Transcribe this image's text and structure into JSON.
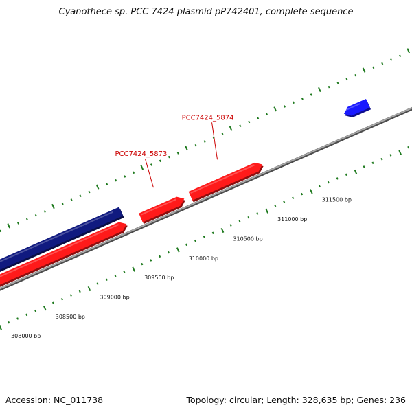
{
  "title": "Cyanothece sp. PCC 7424 plasmid pP742401, complete sequence",
  "footer": {
    "accession": "Accession: NC_011738",
    "summary": "Topology: circular; Length: 328,635 bp; Genes: 236"
  },
  "colors": {
    "backbone": "#8a8a8a",
    "tick": "#1f7a1f",
    "gene_forward": "#ff1a1a",
    "gene_forward_dark": "#b00000",
    "gene_reverse_navy": "#101a80",
    "gene_reverse_blue": "#1a1aff",
    "label": "#cc0000",
    "leader": "#cc0000"
  },
  "ruler": {
    "unit": "bp",
    "labels": [
      {
        "position": 308000,
        "text": "308000 bp"
      },
      {
        "position": 308500,
        "text": "308500 bp"
      },
      {
        "position": 309000,
        "text": "309000 bp"
      },
      {
        "position": 309500,
        "text": "309500 bp"
      },
      {
        "position": 310000,
        "text": "310000 bp"
      },
      {
        "position": 310500,
        "text": "310500 bp"
      },
      {
        "position": 311000,
        "text": "311000 bp"
      },
      {
        "position": 311500,
        "text": "311500 bp"
      }
    ]
  },
  "genes": [
    {
      "id": "gene-navy-outer",
      "strand": "reverse",
      "track": "outer",
      "color": "gene_reverse_navy",
      "start": 307650,
      "end": 309620,
      "label": ""
    },
    {
      "id": "gene-red-inner",
      "strand": "forward",
      "track": "inner",
      "color": "gene_forward",
      "start": 307650,
      "end": 309620,
      "label": ""
    },
    {
      "id": "gene-5873",
      "strand": "forward",
      "track": "inner",
      "color": "gene_forward",
      "start": 309780,
      "end": 310270,
      "label": "PCC7424_5873"
    },
    {
      "id": "gene-5874",
      "strand": "forward",
      "track": "inner",
      "color": "gene_forward",
      "start": 310340,
      "end": 311150,
      "label": "PCC7424_5874"
    },
    {
      "id": "gene-blue-right",
      "strand": "reverse",
      "track": "outer",
      "color": "gene_reverse_blue",
      "start": 312130,
      "end": 312400,
      "label": ""
    }
  ]
}
